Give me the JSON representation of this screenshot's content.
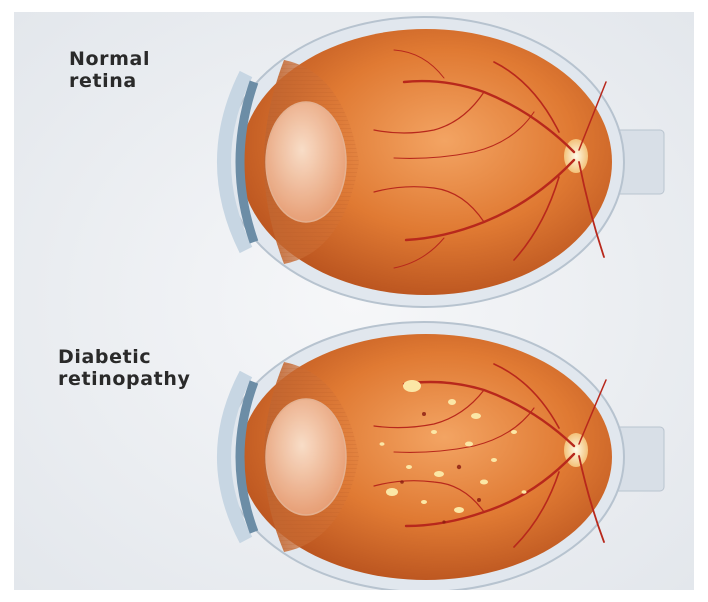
{
  "labels": {
    "top": {
      "line1": "Normal",
      "line2": "retina"
    },
    "bottom": {
      "line1": "Diabetic",
      "line2": "retinopathy"
    }
  },
  "colors": {
    "background_texture": "#eef0f3",
    "eyeball_orange": "#e8843e",
    "sclera_outline": "#c9d2dc",
    "vessel_red": "#b8281c",
    "optic_disc": "#fff1c9",
    "exudate_yellow": "#fbe7a6"
  }
}
